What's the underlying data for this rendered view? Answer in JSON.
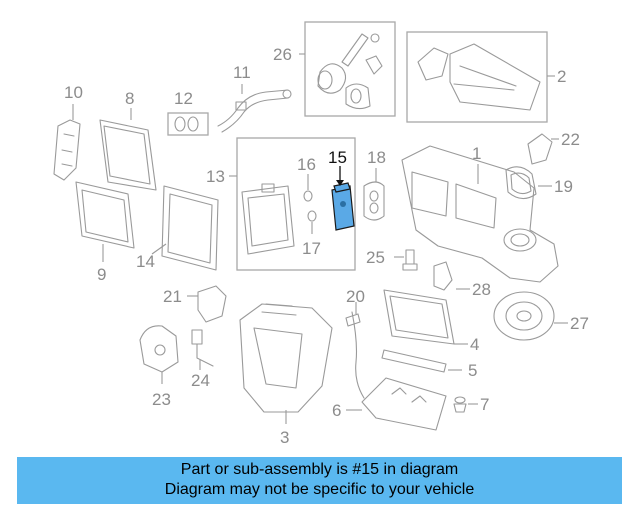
{
  "diagram": {
    "callouts": {
      "c1": "1",
      "c2": "2",
      "c3": "3",
      "c4": "4",
      "c5": "5",
      "c6": "6",
      "c7": "7",
      "c8": "8",
      "c9": "9",
      "c10": "10",
      "c11": "11",
      "c12": "12",
      "c13": "13",
      "c14": "14",
      "c15": "15",
      "c16": "16",
      "c17": "17",
      "c18": "18",
      "c19": "19",
      "c20": "20",
      "c21": "21",
      "c22": "22",
      "c23": "23",
      "c24": "24",
      "c25": "25",
      "c26": "26",
      "c27": "27",
      "c28": "28"
    },
    "highlighted_part": "15",
    "colors": {
      "highlight_fill": "#5aa9e6",
      "line_gray": "#9a9a9a",
      "label_gray": "#8c8c8c"
    }
  },
  "banner": {
    "line1": "Part or sub-assembly is #15 in diagram",
    "line2": "Diagram may not be specific to your vehicle",
    "background": "#5ab8f0"
  }
}
